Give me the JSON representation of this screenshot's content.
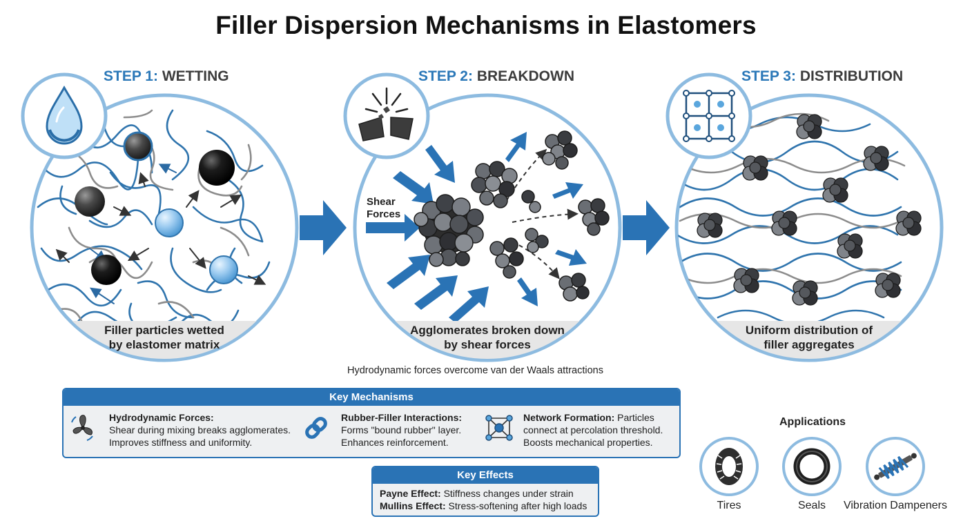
{
  "title": "Filler Dispersion Mechanisms in Elastomers",
  "steps": [
    {
      "number": "STEP 1:",
      "name": "WETTING",
      "caption_line1": "Filler particles wetted",
      "caption_line2": "by elastomer matrix",
      "icon": "water-drop-icon"
    },
    {
      "number": "STEP 2:",
      "name": "BREAKDOWN",
      "caption_line1": "Agglomerates broken down",
      "caption_line2": "by shear forces",
      "icon": "shatter-icon",
      "shear_label_line1": "Shear",
      "shear_label_line2": "Forces"
    },
    {
      "number": "STEP 3:",
      "name": "DISTRIBUTION",
      "caption_line1": "Uniform distribution of",
      "caption_line2": "filler aggregates",
      "icon": "lattice-grid-icon"
    }
  ],
  "note": "Hydrodynamic forces overcome van der Waals attractions",
  "key_mechanisms": {
    "heading": "Key Mechanisms",
    "items": [
      {
        "icon": "propeller-icon",
        "term": "Hydrodynamic Forces:",
        "lines": [
          "Shear during mixing breaks agglomerates.",
          "Improves stiffness and uniformity."
        ]
      },
      {
        "icon": "chain-link-icon",
        "term": "Rubber-Filler Interactions:",
        "lines": [
          "Forms \"bound rubber\" layer.",
          "Enhances reinforcement."
        ]
      },
      {
        "icon": "network-icon",
        "term": "Network Formation:",
        "term_rest": " Particles",
        "lines": [
          "connect at percolation threshold.",
          "Boosts mechanical properties."
        ]
      }
    ]
  },
  "key_effects": {
    "heading": "Key Effects",
    "items": [
      {
        "term": "Payne Effect:",
        "text": " Stiffness changes under strain"
      },
      {
        "term": "Mullins Effect:",
        "text": " Stress-softening after high loads"
      }
    ]
  },
  "applications": {
    "heading": "Applications",
    "items": [
      {
        "icon": "tire-icon",
        "label": "Tires"
      },
      {
        "icon": "seal-ring-icon",
        "label": "Seals"
      },
      {
        "icon": "spring-damper-icon",
        "label": "Vibration Dampeners"
      }
    ]
  },
  "colors": {
    "accent_blue": "#2a73b5",
    "ring_blue": "#8dbbe0",
    "chain_blue": "#2f74ad",
    "chain_gray": "#8c8c8c",
    "particle_dark": "#3d3d3d"
  }
}
